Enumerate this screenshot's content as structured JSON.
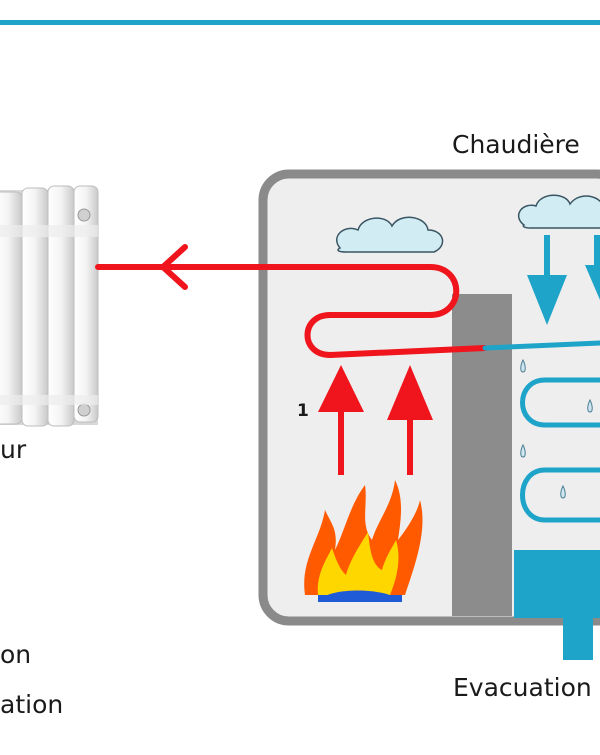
{
  "labels": {
    "boiler": "Chaudière",
    "radiator_partial": "ur",
    "step_number": "1",
    "left_line1_partial": "on",
    "left_line2_partial": "ation",
    "evacuation_partial": "Evacuation d"
  },
  "colors": {
    "top_rule": "#1ea3c9",
    "hot_pipe": "#f0151c",
    "cold_pipe": "#1ea3c9",
    "boiler_outline": "#8a8a8a",
    "boiler_fill": "#eeeeee",
    "divider": "#8c8c8c",
    "cloud_fill": "#d2ecf3",
    "cloud_stroke": "#3a5563",
    "water": "#1ea3c9",
    "flame_outer": "#ff5a00",
    "flame_inner": "#ffd700",
    "burner": "#1f5bd6"
  },
  "icons": [
    "radiator-icon",
    "flame-icon",
    "cloud-icon",
    "water-drop-icon",
    "arrow-icon"
  ]
}
